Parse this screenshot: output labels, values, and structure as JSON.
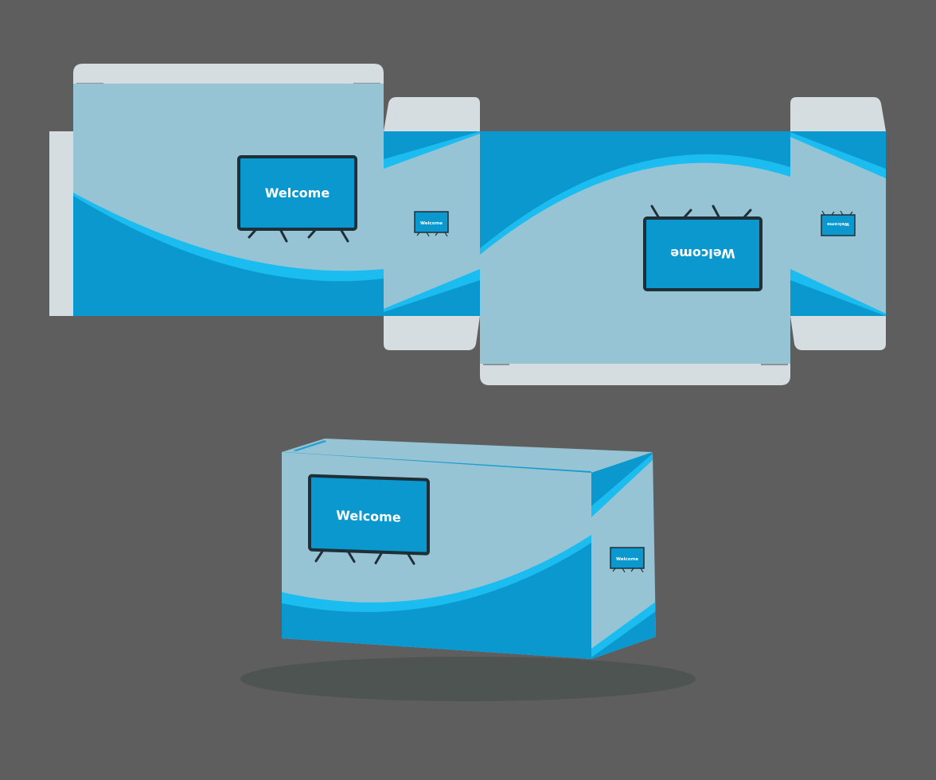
{
  "colors": {
    "background": "#5e5e5e",
    "flap": "#d6dde0",
    "panel_light": "#97c4d4",
    "panel_blue": "#0a98cf",
    "wave_accent": "#1bbcf0",
    "tv_frame": "#1f2f38",
    "tv_screen": "#0a98cf",
    "shadow": "#4d5451"
  },
  "dieline": {
    "front_panel": {
      "tv_label": "Welcome"
    },
    "side_panel_left": {
      "tv_label": "Welcome"
    },
    "back_panel": {
      "tv_label": "Welcome"
    },
    "side_panel_right": {
      "tv_label": "Welcome"
    }
  },
  "box_mockup": {
    "front_tv_label": "Welcome",
    "side_tv_label": "Welcome"
  },
  "icons": [
    "tv-icon"
  ]
}
